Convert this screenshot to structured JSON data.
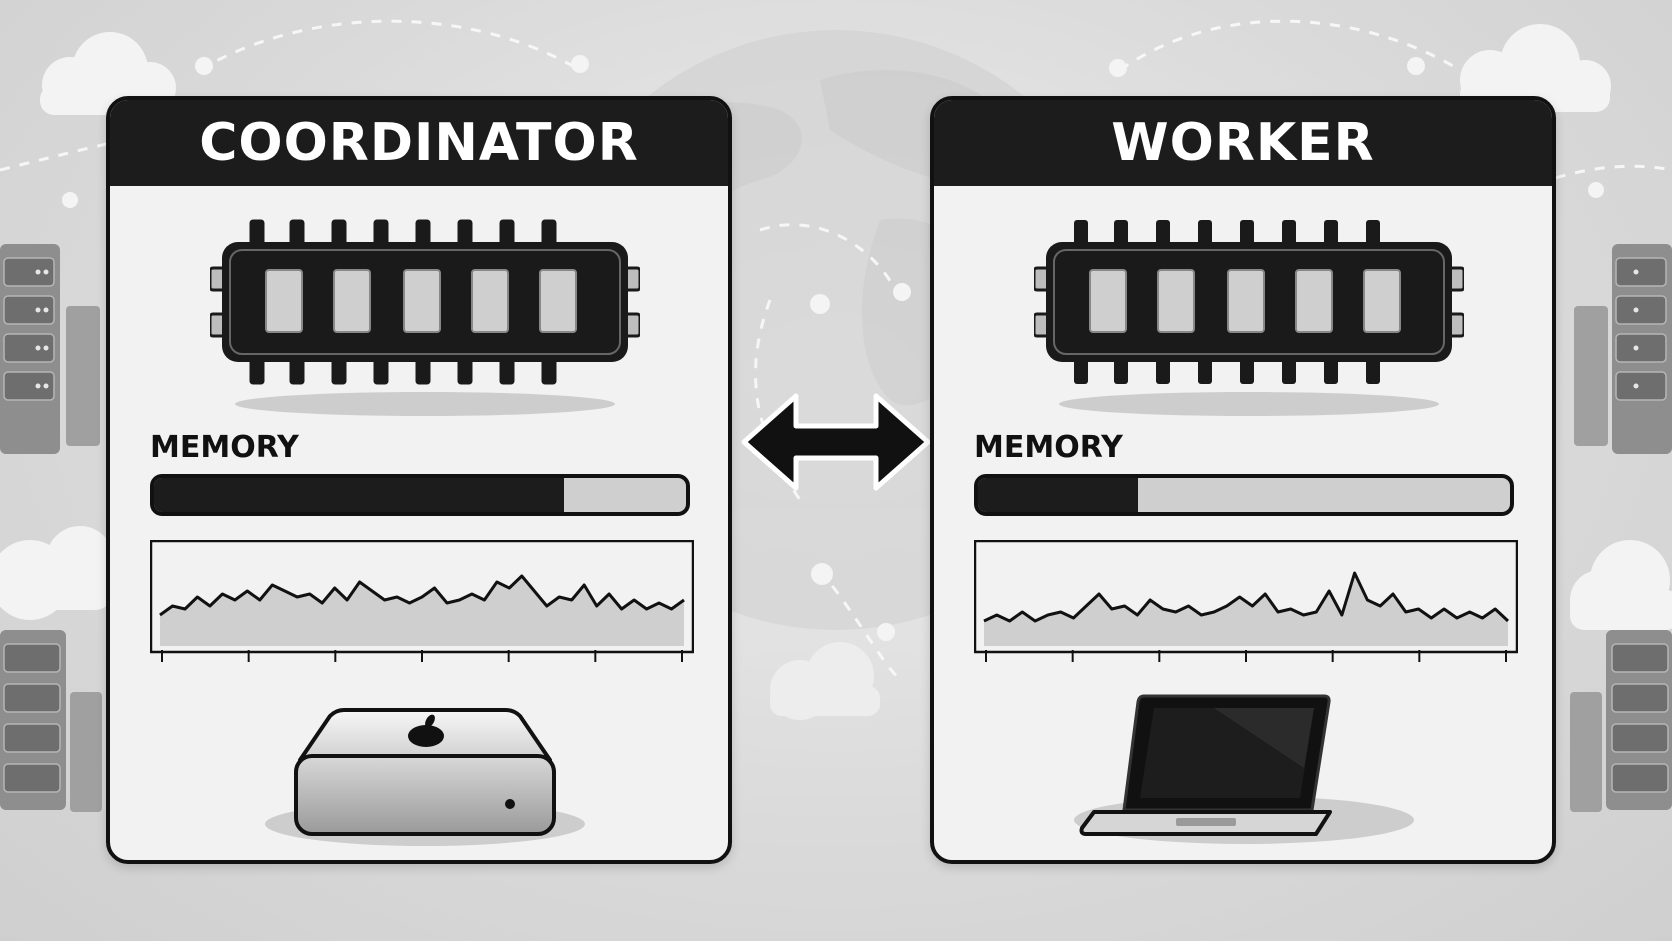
{
  "coordinator": {
    "title": "COORDINATOR",
    "memory_label": "MEMORY",
    "memory_usage": 0.77,
    "device": "mac-mini",
    "activity": [
      30,
      24,
      26,
      18,
      24,
      16,
      20,
      14,
      20,
      10,
      14,
      18,
      16,
      22,
      12,
      20,
      8,
      14,
      20,
      18,
      22,
      18,
      12,
      22,
      20,
      16,
      20,
      8,
      12,
      4,
      14,
      24,
      18,
      20,
      10,
      24,
      16,
      26,
      20,
      26,
      22,
      26,
      20
    ]
  },
  "worker": {
    "title": "WORKER",
    "memory_label": "MEMORY",
    "memory_usage": 0.3,
    "device": "laptop",
    "activity": [
      34,
      30,
      34,
      28,
      34,
      30,
      28,
      32,
      24,
      16,
      26,
      24,
      30,
      20,
      26,
      28,
      24,
      30,
      28,
      24,
      18,
      24,
      16,
      28,
      26,
      30,
      28,
      14,
      30,
      2,
      20,
      24,
      16,
      28,
      26,
      32,
      26,
      32,
      28,
      32,
      26,
      34
    ]
  },
  "link": {
    "type": "bidirectional-arrow"
  },
  "colors": {
    "header": "#1c1c1c",
    "panel": "#f2f2f2",
    "bar_track": "#cfcfcf",
    "bar_fill": "#1c1c1c"
  }
}
